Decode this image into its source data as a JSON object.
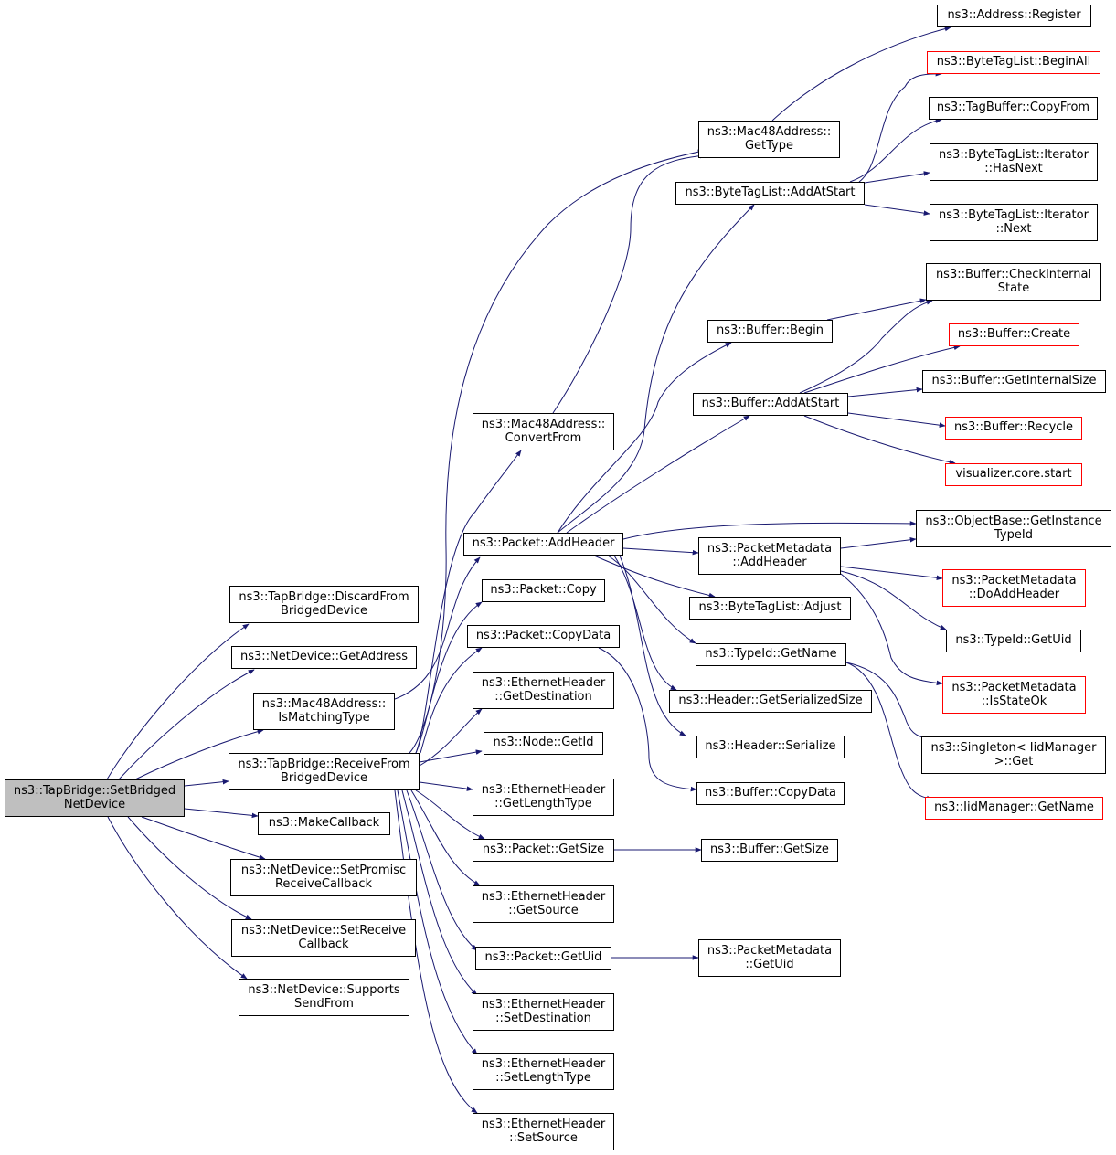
{
  "colors": {
    "edge": "#191970",
    "root_fill": "#bfbfbf",
    "truncated_border": "#ff0000",
    "node_border": "#000000"
  },
  "nodes": {
    "root": "ns3::TapBridge::SetBridged\nNetDevice",
    "discard": "ns3::TapBridge::DiscardFrom\nBridgedDevice",
    "getaddress": "ns3::NetDevice::GetAddress",
    "ismatching": "ns3::Mac48Address::\nIsMatchingType",
    "receivefrom": "ns3::TapBridge::ReceiveFrom\nBridgedDevice",
    "makecallback": "ns3::MakeCallback",
    "setpromisc": "ns3::NetDevice::SetPromisc\nReceiveCallback",
    "setreceive": "ns3::NetDevice::SetReceive\nCallback",
    "supportssend": "ns3::NetDevice::Supports\nSendFrom",
    "m48gettype": "ns3::Mac48Address::\nGetType",
    "m48convert": "ns3::Mac48Address::\nConvertFrom",
    "addheader": "ns3::Packet::AddHeader",
    "pcopy": "ns3::Packet::Copy",
    "pcopydata": "ns3::Packet::CopyData",
    "ehgetdest": "ns3::EthernetHeader\n::GetDestination",
    "nodegetid": "ns3::Node::GetId",
    "ehgetlen": "ns3::EthernetHeader\n::GetLengthType",
    "pgetsize": "ns3::Packet::GetSize",
    "ehgetsrc": "ns3::EthernetHeader\n::GetSource",
    "pgetuid": "ns3::Packet::GetUid",
    "ehsetdest": "ns3::EthernetHeader\n::SetDestination",
    "ehsetlen": "ns3::EthernetHeader\n::SetLengthType",
    "ehsetsrc": "ns3::EthernetHeader\n::SetSource",
    "btladdatstart": "ns3::ByteTagList::AddAtStart",
    "bufbegin": "ns3::Buffer::Begin",
    "bufaddatstart": "ns3::Buffer::AddAtStart",
    "pmaddheader": "ns3::PacketMetadata\n::AddHeader",
    "btladjust": "ns3::ByteTagList::Adjust",
    "typeidgetname": "ns3::TypeId::GetName",
    "hdrgetsersize": "ns3::Header::GetSerializedSize",
    "hdrserialize": "ns3::Header::Serialize",
    "bufcopydata": "ns3::Buffer::CopyData",
    "bufgetsize": "ns3::Buffer::GetSize",
    "pmgetuid": "ns3::PacketMetadata\n::GetUid",
    "addrregister": "ns3::Address::Register",
    "btlbeginall": "ns3::ByteTagList::BeginAll",
    "tagbufcopyfrom": "ns3::TagBuffer::CopyFrom",
    "btlithasnext": "ns3::ByteTagList::Iterator\n::HasNext",
    "btlitnext": "ns3::ByteTagList::Iterator\n::Next",
    "bufcheckinternal": "ns3::Buffer::CheckInternal\nState",
    "bufcreate": "ns3::Buffer::Create",
    "bufgetinternalsize": "ns3::Buffer::GetInternalSize",
    "bufrecycle": "ns3::Buffer::Recycle",
    "vizstart": "visualizer.core.start",
    "objbasegetinst": "ns3::ObjectBase::GetInstance\nTypeId",
    "pmdoaddheader": "ns3::PacketMetadata\n::DoAddHeader",
    "typeidgetuid": "ns3::TypeId::GetUid",
    "pmisstateok": "ns3::PacketMetadata\n::IsStateOk",
    "singletonget": "ns3::Singleton< IidManager\n>::Get",
    "iidgetname": "ns3::IidManager::GetName"
  }
}
